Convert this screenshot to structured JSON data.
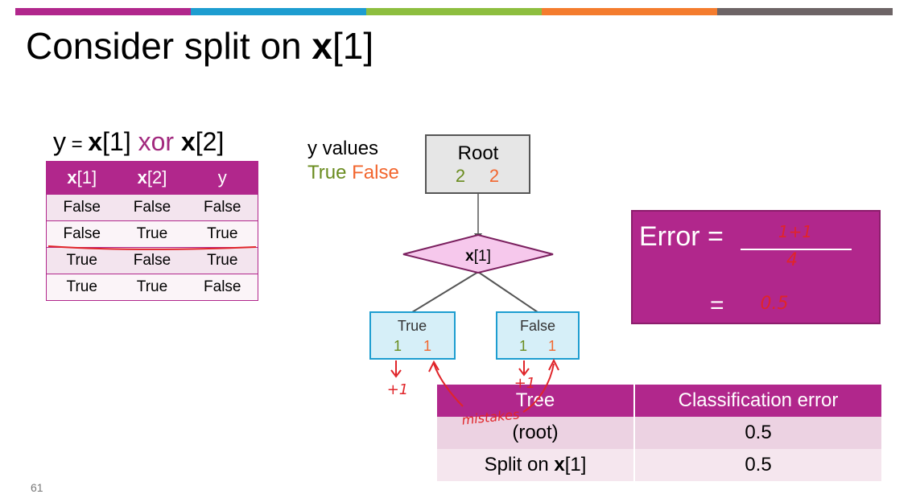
{
  "colors": {
    "magenta": "#b1278c",
    "green": "#6a8c1f",
    "orange": "#f2662e",
    "ink": "#e0252a"
  },
  "top_bar": [
    "#b1278c",
    "#1d9dd0",
    "#8dbe3f",
    "#f47c2e",
    "#6d6466"
  ],
  "title": {
    "prefix": "Consider split on ",
    "bold": "x",
    "suffix": "[1]"
  },
  "formula": {
    "y": "y",
    "eq": " = ",
    "x1_bold": "x",
    "x1_idx": "[1]",
    "op": " xor ",
    "x2_bold": "x",
    "x2_idx": "[2]"
  },
  "truth_table": {
    "headers": [
      {
        "bold": "x",
        "rest": "[1]"
      },
      {
        "bold": "x",
        "rest": "[2]"
      },
      {
        "bold": "",
        "rest": "y"
      }
    ],
    "rows": [
      [
        "False",
        "False",
        "False"
      ],
      [
        "False",
        "True",
        "True"
      ],
      [
        "True",
        "False",
        "True"
      ],
      [
        "True",
        "True",
        "False"
      ]
    ]
  },
  "y_values": {
    "label": "y values",
    "true_label": "True",
    "false_label": "False"
  },
  "tree": {
    "root": {
      "label": "Root",
      "true_count": "2",
      "false_count": "2"
    },
    "split": {
      "bold": "x",
      "rest": "[1]"
    },
    "left": {
      "label": "True",
      "true_count": "1",
      "false_count": "1"
    },
    "right": {
      "label": "False",
      "true_count": "1",
      "false_count": "1"
    }
  },
  "error_box": {
    "label": "Error =",
    "numerator_ink": "1+1",
    "denominator_ink": "4",
    "eq": "=",
    "result_ink": "0.5"
  },
  "results_table": {
    "headers": [
      "Tree",
      "Classification error"
    ],
    "rows": [
      {
        "tree": "(root)",
        "tree_bold": "",
        "tree_suffix": "",
        "error": "0.5"
      },
      {
        "tree": "Split on ",
        "tree_bold": "x",
        "tree_suffix": "[1]",
        "error": "0.5"
      }
    ]
  },
  "annotations": {
    "left_plus": "+1",
    "right_plus": "+1",
    "mistakes": "mistakes"
  },
  "page_number": "61"
}
